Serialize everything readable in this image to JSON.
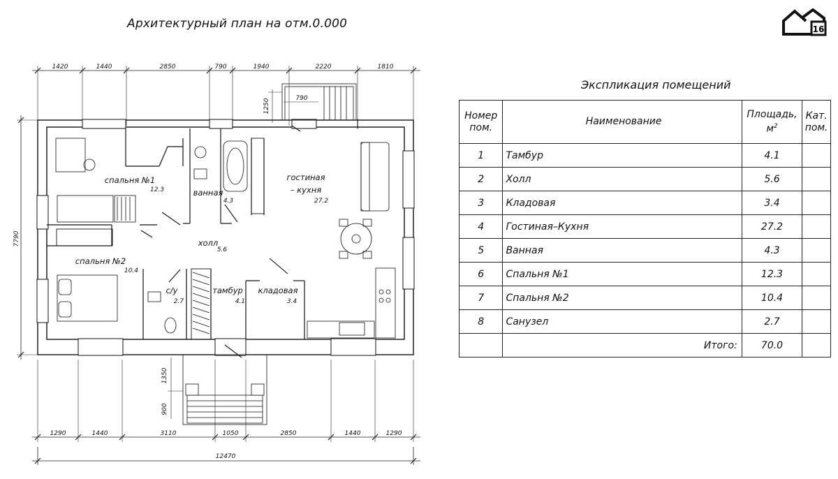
{
  "plan": {
    "title": "Архитектурный план на отм.0.000",
    "dims_top": [
      "1420",
      "1440",
      "2850",
      "790",
      "1940",
      "2220",
      "1810"
    ],
    "dims_bottom": [
      "1290",
      "1440",
      "3110",
      "1050",
      "2850",
      "1440",
      "1290"
    ],
    "dim_total": "12470",
    "dim_height": "7790",
    "dim_porch_top_v": "1250",
    "dim_porch_top_h": "790",
    "dim_porch_bottom_1": "1350",
    "dim_porch_bottom_2": "900",
    "rooms": {
      "bedroom1": {
        "label": "спальня №1",
        "area": "12.3"
      },
      "bathroom": {
        "label": "ванная",
        "area": "4.3"
      },
      "living": {
        "label1": "гостиная",
        "label2": "– кухня",
        "area": "27.2"
      },
      "hall": {
        "label": "холл",
        "area": "5.6"
      },
      "bedroom2": {
        "label": "спальня №2",
        "area": "10.4"
      },
      "wc": {
        "label": "с/у",
        "area": "2.7"
      },
      "vestibule": {
        "label": "тамбур",
        "area": "4.1"
      },
      "pantry": {
        "label": "кладовая",
        "area": "3.4"
      }
    }
  },
  "logo": {
    "number": "16"
  },
  "table": {
    "title": "Экспликация помещений",
    "headers": {
      "num_line1": "Номер",
      "num_line2": "пом.",
      "name": "Наименование",
      "area_line1": "Площадь,",
      "area_line2": "м",
      "area_sup": "2",
      "cat_line1": "Кат.",
      "cat_line2": "пом."
    },
    "rows": [
      {
        "num": "1",
        "name": "Тамбур",
        "area": "4.1"
      },
      {
        "num": "2",
        "name": "Холл",
        "area": "5.6"
      },
      {
        "num": "3",
        "name": "Кладовая",
        "area": "3.4"
      },
      {
        "num": "4",
        "name": "Гостиная–Кухня",
        "area": "27.2"
      },
      {
        "num": "5",
        "name": "Ванная",
        "area": "4.3"
      },
      {
        "num": "6",
        "name": "Спальня №1",
        "area": "12.3"
      },
      {
        "num": "7",
        "name": "Спальня №2",
        "area": "10.4"
      },
      {
        "num": "8",
        "name": "Санузел",
        "area": "2.7"
      }
    ],
    "total_label": "Итого:",
    "total_value": "70.0"
  }
}
